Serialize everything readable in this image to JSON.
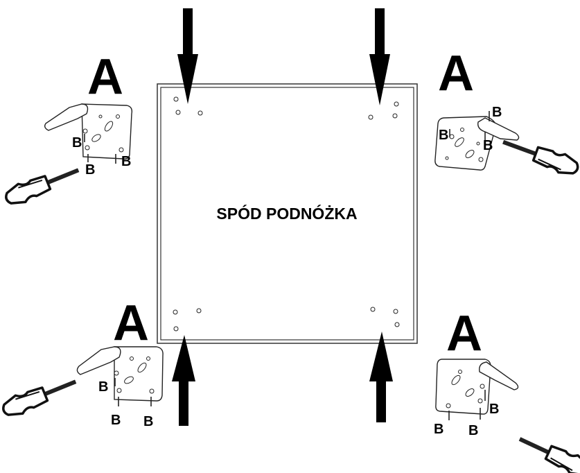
{
  "panel": {
    "label": "SPÓD PODNÓŻKA"
  },
  "labels": {
    "bracket": "A",
    "screw": "B"
  },
  "icons": {
    "arrow": "down-arrow-icon",
    "arrow_up": "up-arrow-icon",
    "bracket": "corner-bracket-icon",
    "screwdriver": "screwdriver-icon"
  }
}
